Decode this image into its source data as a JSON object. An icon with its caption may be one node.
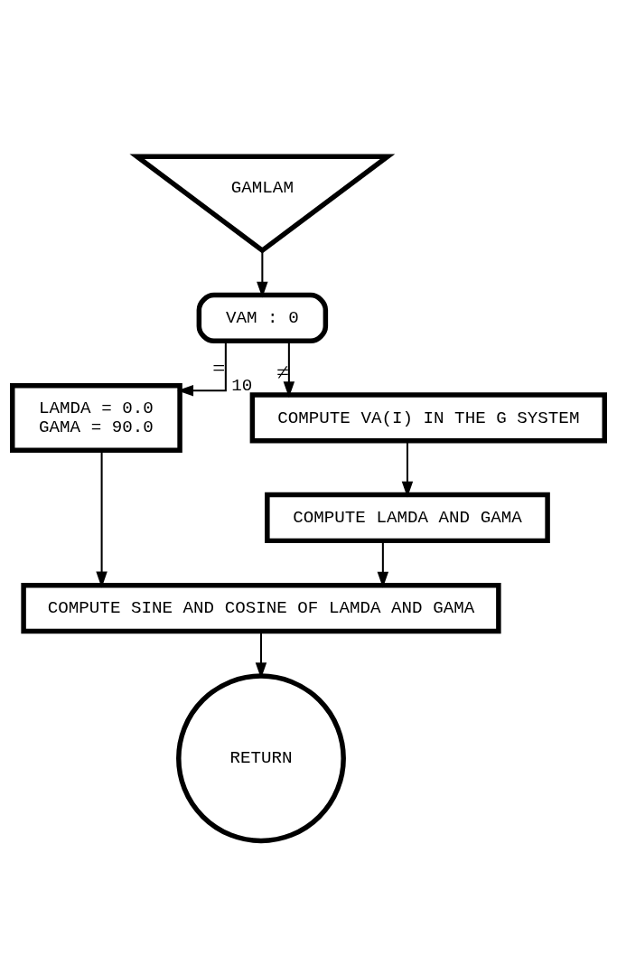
{
  "diagram": {
    "nodes": [
      {
        "text": [
          "GAMLAM"
        ]
      },
      {
        "text": [
          "VAM : 0"
        ]
      },
      {
        "text": [
          "LAMDA = 0.0",
          "GAMA = 90.0"
        ]
      },
      {
        "text": [
          "COMPUTE VA(I) IN THE G SYSTEM"
        ],
        "beside": [
          "10"
        ]
      },
      {
        "text": [
          "COMPUTE LAMDA AND GAMA"
        ]
      },
      {
        "text": [
          "COMPUTE SINE AND COSINE OF LAMDA AND GAMA"
        ]
      },
      {
        "text": [
          "RETURN"
        ]
      }
    ],
    "edges": [
      {
        "from": 0,
        "to": 1,
        "arrow": "to"
      },
      {
        "from": 1,
        "to": 2,
        "arrow": "to",
        "label": "="
      },
      {
        "from": 1,
        "to": 3,
        "arrow": "to",
        "label": "≠"
      },
      {
        "from": 3,
        "to": 4,
        "arrow": "to"
      },
      {
        "from": 4,
        "to": 5,
        "arrow": "to"
      },
      {
        "from": 2,
        "to": 5,
        "arrow": "to"
      },
      {
        "from": 5,
        "to": 6,
        "arrow": "to"
      }
    ]
  }
}
